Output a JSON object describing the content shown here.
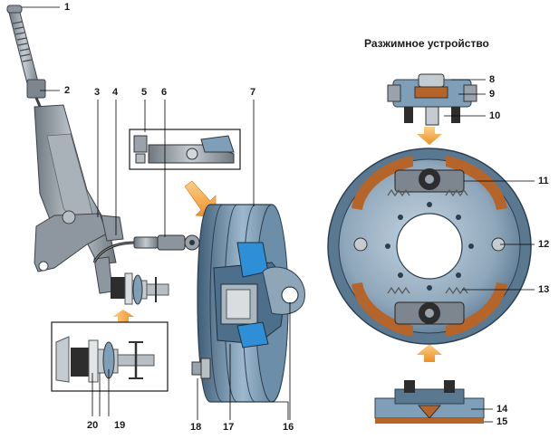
{
  "diagram": {
    "title": "Разжимное устройство",
    "callouts": [
      "1",
      "2",
      "3",
      "4",
      "5",
      "6",
      "7",
      "8",
      "9",
      "10",
      "11",
      "12",
      "13",
      "14",
      "15",
      "16",
      "17",
      "18",
      "19",
      "20"
    ]
  },
  "colors": {
    "metal_gray": "#9aa3ab",
    "metal_dark": "#5d666e",
    "drum_blue": "#7f9fb8",
    "drum_blue_dark": "#4d6f8c",
    "accent_blue": "#2f8fd6",
    "lining_brown": "#b5652a",
    "spring_gray": "#7c7c7c",
    "arrow_orange": "#f0a23a",
    "leader_line": "#000000"
  }
}
